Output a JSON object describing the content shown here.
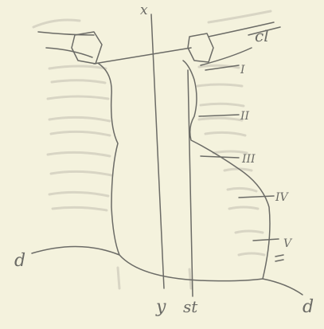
{
  "figure": {
    "background": "#f4f2dd",
    "ink": "#6b6b66",
    "faint_ink": "#cfccbb",
    "labels": {
      "x": "x",
      "y": "y",
      "cl": "cl",
      "rib_1": "I",
      "rib_2": "II",
      "rib_3": "III",
      "rib_4": "IV",
      "rib_5": "V",
      "d_left": "d",
      "d_right": "d",
      "st": "st"
    }
  }
}
